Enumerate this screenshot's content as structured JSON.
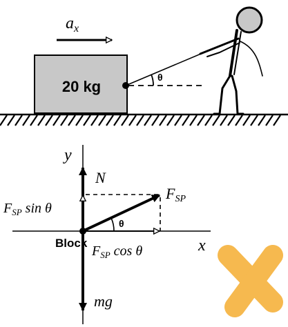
{
  "scene": {
    "acceleration_symbol": "a",
    "acceleration_subscript": "x",
    "block_mass_label": "20 kg",
    "angle_label": "θ"
  },
  "fbd": {
    "y_axis_label": "y",
    "x_axis_label": "x",
    "normal_force_label": "N",
    "applied_force_label": "F",
    "applied_force_subscript": "SP",
    "vertical_component_label": "F",
    "vertical_component_subscript": "SP",
    "vertical_component_func": " sin θ",
    "horizontal_component_label": "F",
    "horizontal_component_subscript": "SP",
    "horizontal_component_func": " cos θ",
    "angle_label": "θ",
    "origin_label": "Block",
    "weight_label": "mg"
  },
  "colors": {
    "block_fill": "#c8c8c8",
    "person_head_fill": "#c8c8c8",
    "watermark": "#f6b23c"
  }
}
